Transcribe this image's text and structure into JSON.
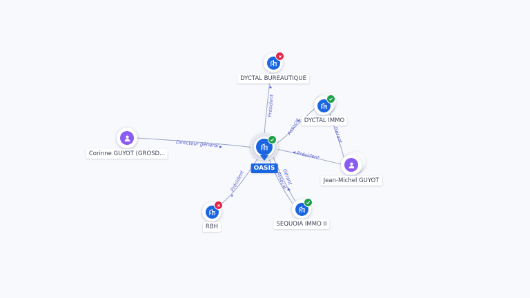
{
  "colors": {
    "company": "#1a66e0",
    "person": "#8a5cf0",
    "active": "#1e9e4a",
    "closed": "#e0264a",
    "link_label": "#5b63d3"
  },
  "nodes": {
    "oasis": {
      "label": "OASIS",
      "type": "company",
      "status": "active",
      "icon": "building-icon"
    },
    "dyctal_bureautique": {
      "label": "DYCTAL BUREAUTIQUE",
      "type": "company",
      "status": "closed",
      "icon": "building-icon"
    },
    "dyctal_immo": {
      "label": "DYCTAL IMMO",
      "type": "company",
      "status": "active",
      "icon": "building-icon"
    },
    "corinne": {
      "label": "Corinne GUYOT (GROSD...",
      "type": "person",
      "icon": "person-icon"
    },
    "jean_michel": {
      "label": "Jean-Michel GUYOT",
      "type": "person",
      "icon": "person-icon"
    },
    "rbh": {
      "label": "RBH",
      "type": "company",
      "status": "closed",
      "icon": "building-icon"
    },
    "sequoia": {
      "label": "SEQUOIA IMMO II",
      "type": "company",
      "status": "active",
      "icon": "building-icon"
    }
  },
  "links": [
    {
      "from": "oasis",
      "to": "dyctal_bureautique",
      "label": "Président"
    },
    {
      "from": "oasis",
      "to": "dyctal_immo",
      "label": "Associé"
    },
    {
      "from": "corinne",
      "to": "oasis",
      "label": "Directeur général"
    },
    {
      "from": "jean_michel",
      "to": "oasis",
      "label": "Président"
    },
    {
      "from": "jean_michel",
      "to": "dyctal_immo",
      "label": "Gérant"
    },
    {
      "from": "oasis",
      "to": "rbh",
      "label": "Président"
    },
    {
      "from": "oasis",
      "to": "sequoia",
      "label": "Gérant"
    },
    {
      "from": "oasis",
      "to": "sequoia",
      "label": "Associé"
    }
  ]
}
